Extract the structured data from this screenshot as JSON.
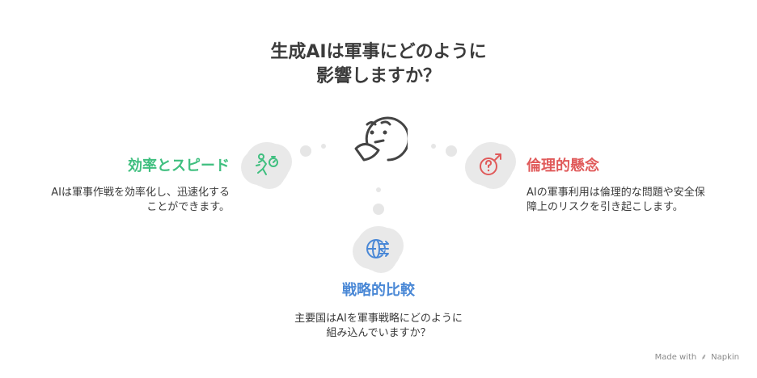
{
  "title": {
    "line1": "生成AIは軍事にどのように",
    "line2": "影響しますか？"
  },
  "sections": {
    "left": {
      "heading": "効率とスピード",
      "desc_line1": "AIは軍事作戦を効率化し、迅速化する",
      "desc_line2": "ことができます。",
      "color": "#3fbf7f",
      "icon": "running-person-stopwatch-icon"
    },
    "right": {
      "heading": "倫理的懸念",
      "desc_line1": "AIの軍事利用は倫理的な問題や安全保",
      "desc_line2": "障上のリスクを引き起こします。",
      "color": "#e05a5a",
      "icon": "question-mark-arrow-icon"
    },
    "bottom": {
      "heading": "戦略的比較",
      "desc_line1": "主要国はAIを軍事戦略にどのように",
      "desc_line2": "組み込んでいますか？",
      "color": "#4a88d6",
      "icon": "globe-arrows-icon"
    }
  },
  "center_icon": "thinking-face-icon",
  "footer": {
    "made_with": "Made with",
    "brand": "Napkin"
  }
}
